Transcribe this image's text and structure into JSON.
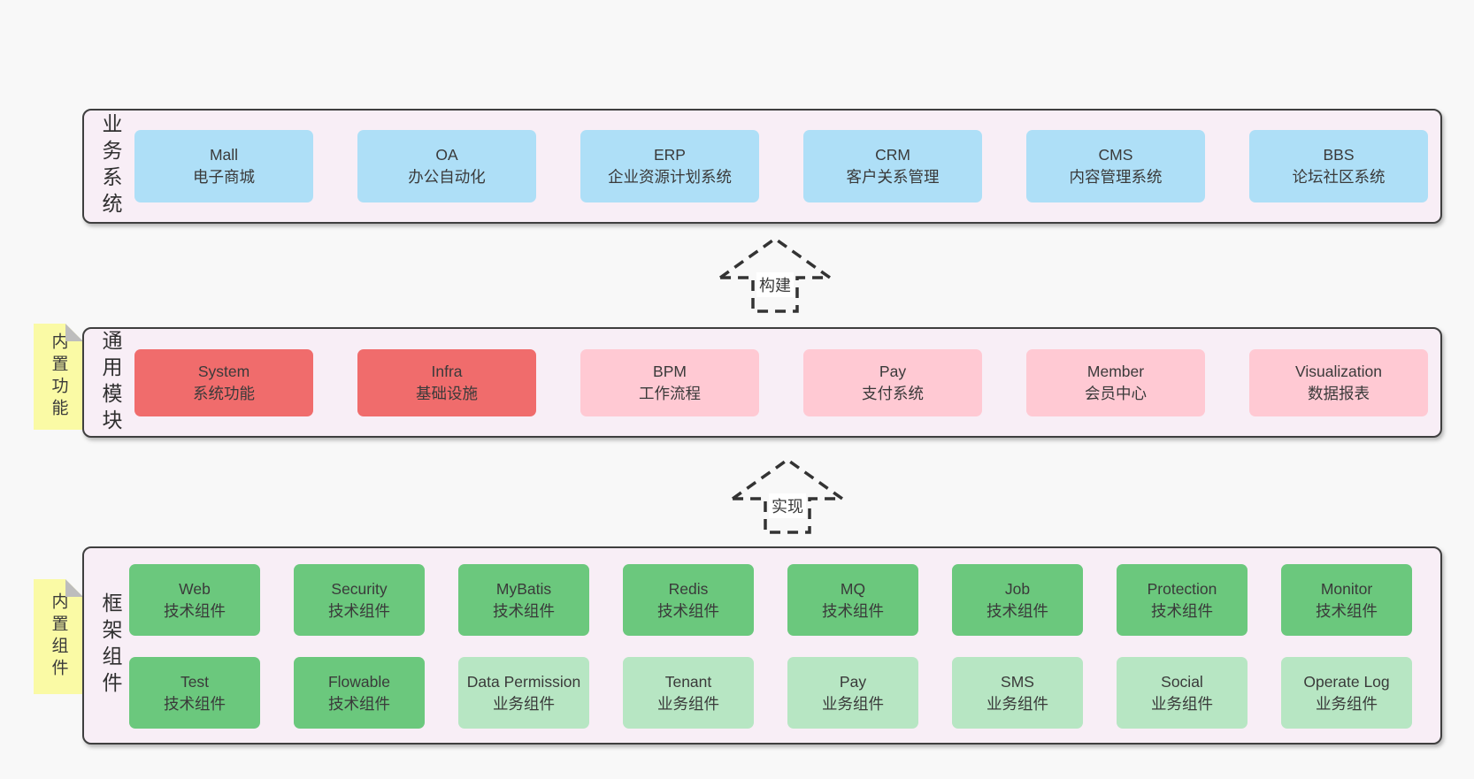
{
  "diagram": {
    "colors": {
      "page_bg": "#f8f8f8",
      "band_bg": "#f8eef6",
      "band_border": "#3f3f3f",
      "blue": "#aedff7",
      "red": "#f06c6c",
      "pink": "#ffc9d3",
      "green": "#6bc87d",
      "lightgreen": "#b7e6c3",
      "note": "#fafaa5"
    },
    "bands": [
      {
        "label": "业务系统",
        "boxes": [
          {
            "title": "Mall",
            "subtitle": "电子商城",
            "variant": "blue"
          },
          {
            "title": "OA",
            "subtitle": "办公自动化",
            "variant": "blue"
          },
          {
            "title": "ERP",
            "subtitle": "企业资源计划系统",
            "variant": "blue"
          },
          {
            "title": "CRM",
            "subtitle": "客户关系管理",
            "variant": "blue"
          },
          {
            "title": "CMS",
            "subtitle": "内容管理系统",
            "variant": "blue"
          },
          {
            "title": "BBS",
            "subtitle": "论坛社区系统",
            "variant": "blue"
          }
        ]
      },
      {
        "label": "通用模块",
        "note": "内置功能",
        "boxes": [
          {
            "title": "System",
            "subtitle": "系统功能",
            "variant": "red"
          },
          {
            "title": "Infra",
            "subtitle": "基础设施",
            "variant": "red"
          },
          {
            "title": "BPM",
            "subtitle": "工作流程",
            "variant": "pink"
          },
          {
            "title": "Pay",
            "subtitle": "支付系统",
            "variant": "pink"
          },
          {
            "title": "Member",
            "subtitle": "会员中心",
            "variant": "pink"
          },
          {
            "title": "Visualization",
            "subtitle": "数据报表",
            "variant": "pink"
          }
        ]
      },
      {
        "label": "框架组件",
        "note": "内置组件",
        "rows": [
          [
            {
              "title": "Web",
              "subtitle": "技术组件",
              "variant": "green"
            },
            {
              "title": "Security",
              "subtitle": "技术组件",
              "variant": "green"
            },
            {
              "title": "MyBatis",
              "subtitle": "技术组件",
              "variant": "green"
            },
            {
              "title": "Redis",
              "subtitle": "技术组件",
              "variant": "green"
            },
            {
              "title": "MQ",
              "subtitle": "技术组件",
              "variant": "green"
            },
            {
              "title": "Job",
              "subtitle": "技术组件",
              "variant": "green"
            },
            {
              "title": "Protection",
              "subtitle": "技术组件",
              "variant": "green"
            },
            {
              "title": "Monitor",
              "subtitle": "技术组件",
              "variant": "green"
            }
          ],
          [
            {
              "title": "Test",
              "subtitle": "技术组件",
              "variant": "green"
            },
            {
              "title": "Flowable",
              "subtitle": "技术组件",
              "variant": "green"
            },
            {
              "title": "Data Permission",
              "subtitle": "业务组件",
              "variant": "lightgreen"
            },
            {
              "title": "Tenant",
              "subtitle": "业务组件",
              "variant": "lightgreen"
            },
            {
              "title": "Pay",
              "subtitle": "业务组件",
              "variant": "lightgreen"
            },
            {
              "title": "SMS",
              "subtitle": "业务组件",
              "variant": "lightgreen"
            },
            {
              "title": "Social",
              "subtitle": "业务组件",
              "variant": "lightgreen"
            },
            {
              "title": "Operate Log",
              "subtitle": "业务组件",
              "variant": "lightgreen"
            }
          ]
        ]
      }
    ],
    "arrows": [
      {
        "label": "构建"
      },
      {
        "label": "实现"
      }
    ]
  }
}
